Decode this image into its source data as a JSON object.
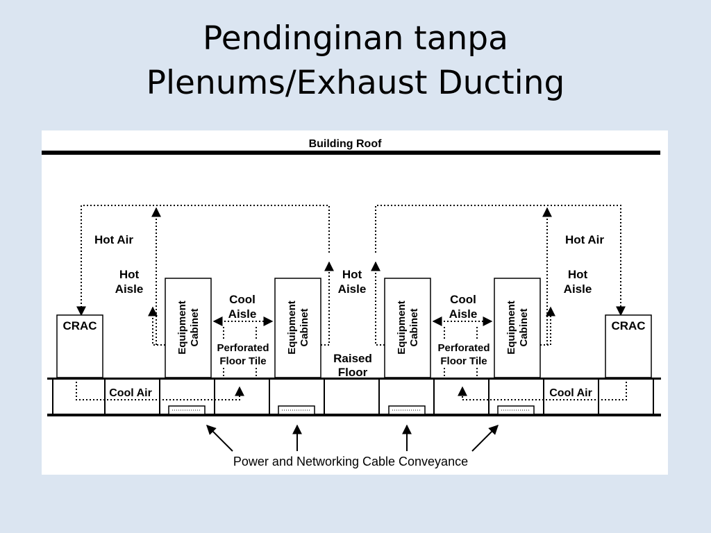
{
  "slide": {
    "title_line1": "Pendinginan tanpa",
    "title_line2": "Plenums/Exhaust Ducting"
  },
  "diagram": {
    "roof": "Building Roof",
    "hot_air_left": "Hot Air",
    "hot_air_right": "Hot Air",
    "hot_aisle_left": [
      "Hot",
      "Aisle"
    ],
    "hot_aisle_center": [
      "Hot",
      "Aisle"
    ],
    "hot_aisle_right": [
      "Hot",
      "Aisle"
    ],
    "cool_aisle_left": [
      "Cool",
      "Aisle"
    ],
    "cool_aisle_right": [
      "Cool",
      "Aisle"
    ],
    "crac_left": "CRAC",
    "crac_right": "CRAC",
    "cabinet": [
      "Equipment",
      "Cabinet"
    ],
    "perforated_left": [
      "Perforated",
      "Floor Tile"
    ],
    "perforated_right": [
      "Perforated",
      "Floor Tile"
    ],
    "raised_floor": [
      "Raised",
      "Floor"
    ],
    "cool_air_left": "Cool Air",
    "cool_air_right": "Cool Air",
    "cable_conveyance": "Power and Networking Cable Conveyance"
  }
}
